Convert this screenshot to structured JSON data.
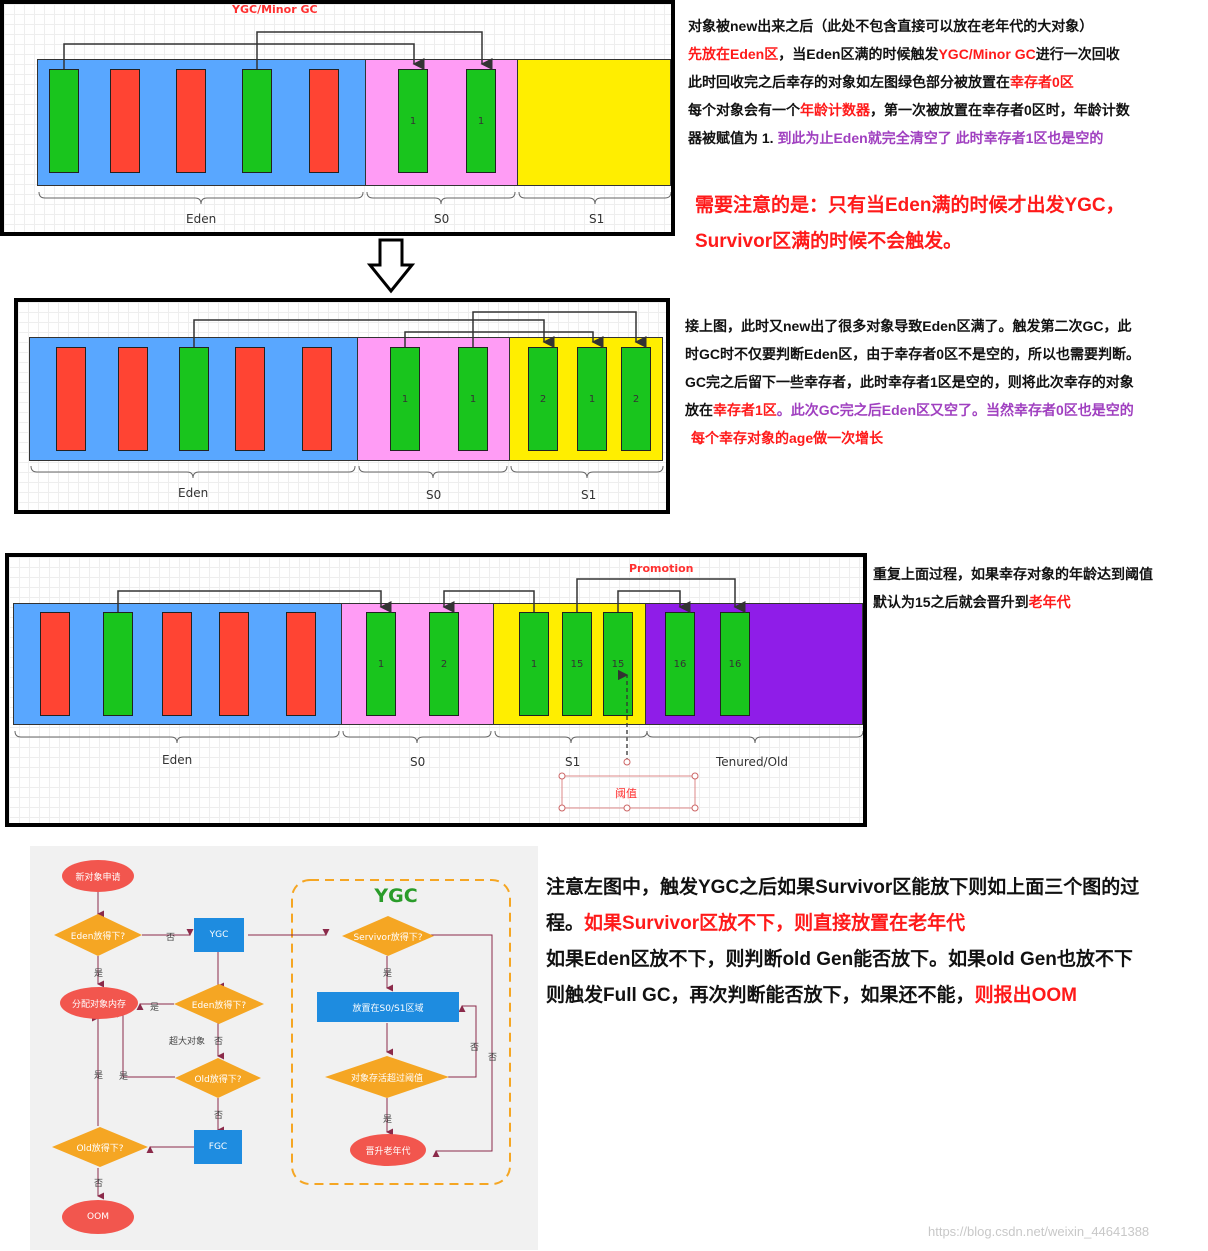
{
  "panel1": {
    "title": "YGC/Minor GC",
    "eden_label": "Eden",
    "s0_label": "S0",
    "s1_label": "S1",
    "s0_objects": [
      "1",
      "1"
    ]
  },
  "text1": {
    "line1": "对象被new出来之后（此处不包含直接可以放在老年代的大对象）",
    "line2_a": "先放在Eden区",
    "line2_b": "，当Eden区满的时候触发",
    "line2_c": "YGC/Minor GC",
    "line2_d": "进行一次回收",
    "line3_a": "此时回收完之后幸存的对象如左图绿色部分被放置在",
    "line3_b": "幸存者0区",
    "line4_a": "每个对象会有一个",
    "line4_b": "年龄计数器",
    "line4_c": "，第一次被放置在幸存者0区时，年龄计数",
    "line5_a": "器被赋值为 1.",
    "line5_b": "到此为止Eden就完全清空了 此时幸存者1区也是空的"
  },
  "note1": {
    "line1": "需要注意的是：只有当Eden满的时候才出发YGC，",
    "line2": "Survivor区满的时候不会触发。"
  },
  "panel2": {
    "eden_label": "Eden",
    "s0_label": "S0",
    "s1_label": "S1",
    "s0_objects": [
      "1",
      "1"
    ],
    "s1_objects": [
      "2",
      "1",
      "2"
    ]
  },
  "text2": {
    "line1": "接上图，此时又new出了很多对象导致Eden区满了。触发第二次GC，此",
    "line2": "时GC时不仅要判断Eden区，由于幸存者0区不是空的，所以也需要判断。",
    "line3": "GC完之后留下一些幸存者，此时幸存者1区是空的，则将此次幸存的对象",
    "line4_a": "放在",
    "line4_b": "幸存者1区",
    "line4_c": "。此次GC完之后Eden区又空了。当然幸存者0区也是空的",
    "line5": "每个幸存对象的age做一次增长"
  },
  "panel3": {
    "promotion": "Promotion",
    "eden_label": "Eden",
    "s0_label": "S0",
    "s1_label": "S1",
    "old_label": "Tenured/Old",
    "threshold": "阈值",
    "s0_objects": [
      "1",
      "2"
    ],
    "s1_objects": [
      "1",
      "15",
      "15"
    ],
    "old_objects": [
      "16",
      "16"
    ]
  },
  "text3": {
    "line1": "重复上面过程，如果幸存对象的年龄达到阈值",
    "line2_a": "默认为15之后就会晋升到",
    "line2_b": "老年代"
  },
  "flow": {
    "new_obj": "新对象申请",
    "eden_fit": "Eden放得下?",
    "ygc_box": "YGC",
    "alloc": "分配对象内存",
    "eden_fit2": "Eden放得下?",
    "big_obj": "超大对象",
    "old_fit": "Old放得下?",
    "fgc": "FGC",
    "old_fit2": "Old放得下?",
    "oom": "OOM",
    "ygc_title": "YGC",
    "survivor_fit": "Servivor放得下?",
    "put_s": "放置在S0/S1区域",
    "age_check": "对象存活超过阈值",
    "promote": "晋升老年代",
    "yes": "是",
    "no": "否"
  },
  "text4": {
    "line1": "注意左图中，触发YGC之后如果Survivor区能放下则如上面三个图的过",
    "line2_a": "程。",
    "line2_b": "如果Survivor区放不下，则直接放置在老年代",
    "line3": "如果Eden区放不下，则判断old Gen能否放下。如果old Gen也放不下",
    "line4_a": "则触发Full GC，再次判断能否放下，如果还不能，",
    "line4_b": "则报出OOM"
  },
  "watermark": "https://blog.csdn.net/weixin_44641388",
  "colors": {
    "eden": "#59a7ff",
    "survivor0": "#ff9cf5",
    "survivor1": "#ffee00",
    "old": "#8f1de8",
    "live": "#19c51d",
    "dead": "#ff4433"
  }
}
